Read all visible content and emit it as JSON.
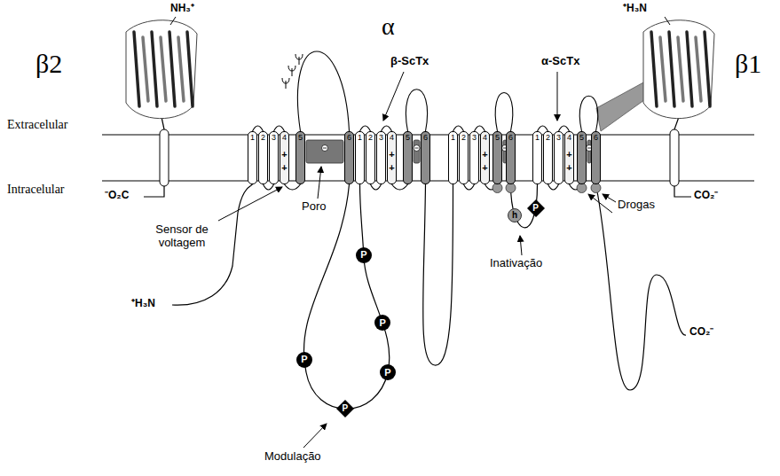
{
  "diagram": {
    "nodes": [
      {
        "text": [
          "1"
        ]
      },
      {
        "text": [
          "2"
        ]
      },
      {
        "text": [
          "3"
        ]
      },
      {
        "text": [
          "4"
        ]
      },
      {
        "text": [
          "5"
        ]
      },
      {
        "text": [
          "6"
        ]
      },
      {
        "text": [
          "1"
        ]
      },
      {
        "text": [
          "2"
        ]
      },
      {
        "text": [
          "3"
        ]
      },
      {
        "text": [
          "4"
        ]
      },
      {
        "text": [
          "5"
        ]
      },
      {
        "text": [
          "6"
        ]
      },
      {
        "text": [
          "1"
        ]
      },
      {
        "text": [
          "2"
        ]
      },
      {
        "text": [
          "3"
        ]
      },
      {
        "text": [
          "4"
        ]
      },
      {
        "text": [
          "5"
        ]
      },
      {
        "text": [
          "6"
        ]
      },
      {
        "text": [
          "1"
        ]
      },
      {
        "text": [
          "2"
        ]
      },
      {
        "text": [
          "3"
        ]
      },
      {
        "text": [
          "4"
        ]
      },
      {
        "text": [
          "5"
        ]
      },
      {
        "text": [
          "6"
        ]
      },
      {
        "text": [
          "P"
        ]
      },
      {
        "text": [
          "P"
        ]
      },
      {
        "text": [
          "P"
        ]
      },
      {
        "text": [
          "P"
        ]
      },
      {
        "text": [
          "P"
        ]
      },
      {
        "text": [
          "h"
        ]
      },
      {
        "text": [
          "P"
        ]
      }
    ],
    "labels": [
      "β2",
      "α",
      "β1",
      "NH₃⁺",
      "⁺H₃N",
      "β-ScTx",
      "α-ScTx",
      "Extracelular",
      "Intracelular",
      "⁻O₂C",
      "CO₂⁻",
      "Poro",
      "Sensor de voltagem",
      "⁺H₃N",
      "Inativação",
      "Drogas",
      "CO₂⁻",
      "Modulação",
      "+",
      "+",
      "+",
      "+",
      "+",
      "+",
      "+",
      "+"
    ]
  }
}
